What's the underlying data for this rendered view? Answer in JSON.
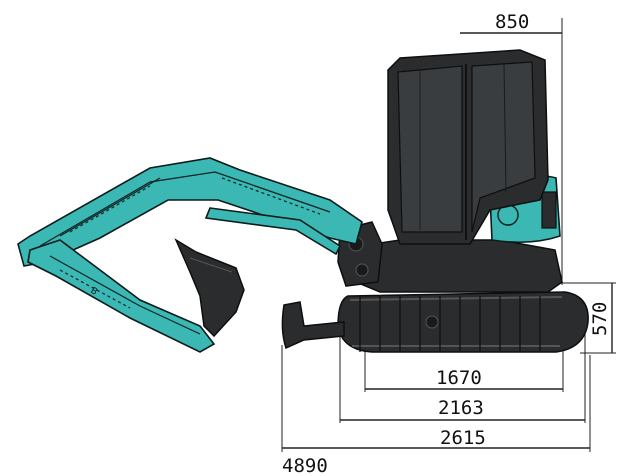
{
  "diagram": {
    "colors": {
      "boom": "#3bb8b4",
      "body": "#2a2c2e",
      "outline": "#0e0e0e",
      "dimension": "#222222"
    },
    "dimensions": {
      "rear_overhang": "850",
      "track_height": "570",
      "tumbler_distance": "1670",
      "track_length": "2163",
      "overall_track_blade": "2615",
      "overall_length": "4890"
    }
  }
}
